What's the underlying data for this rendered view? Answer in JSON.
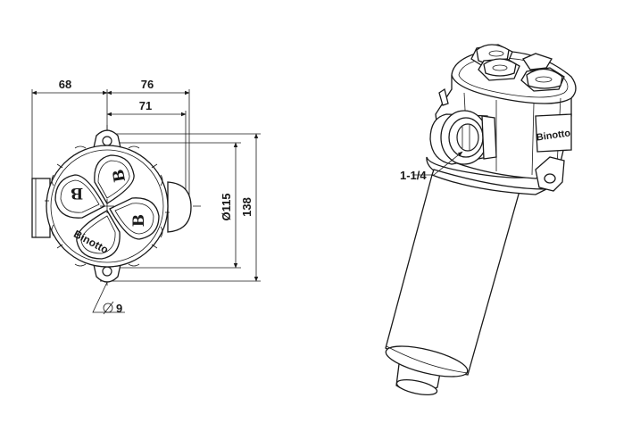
{
  "dimensions": {
    "width_total": "68",
    "width_76": "76",
    "width_71": "71",
    "diameter_body": "Ø115",
    "height_total": "138",
    "hole_diameter": "9",
    "port_size": "1-1/4"
  },
  "branding": {
    "logo_text": "Binotto",
    "logo_letter": "B"
  },
  "colors": {
    "line": "#1a1a1a",
    "background": "#ffffff"
  }
}
